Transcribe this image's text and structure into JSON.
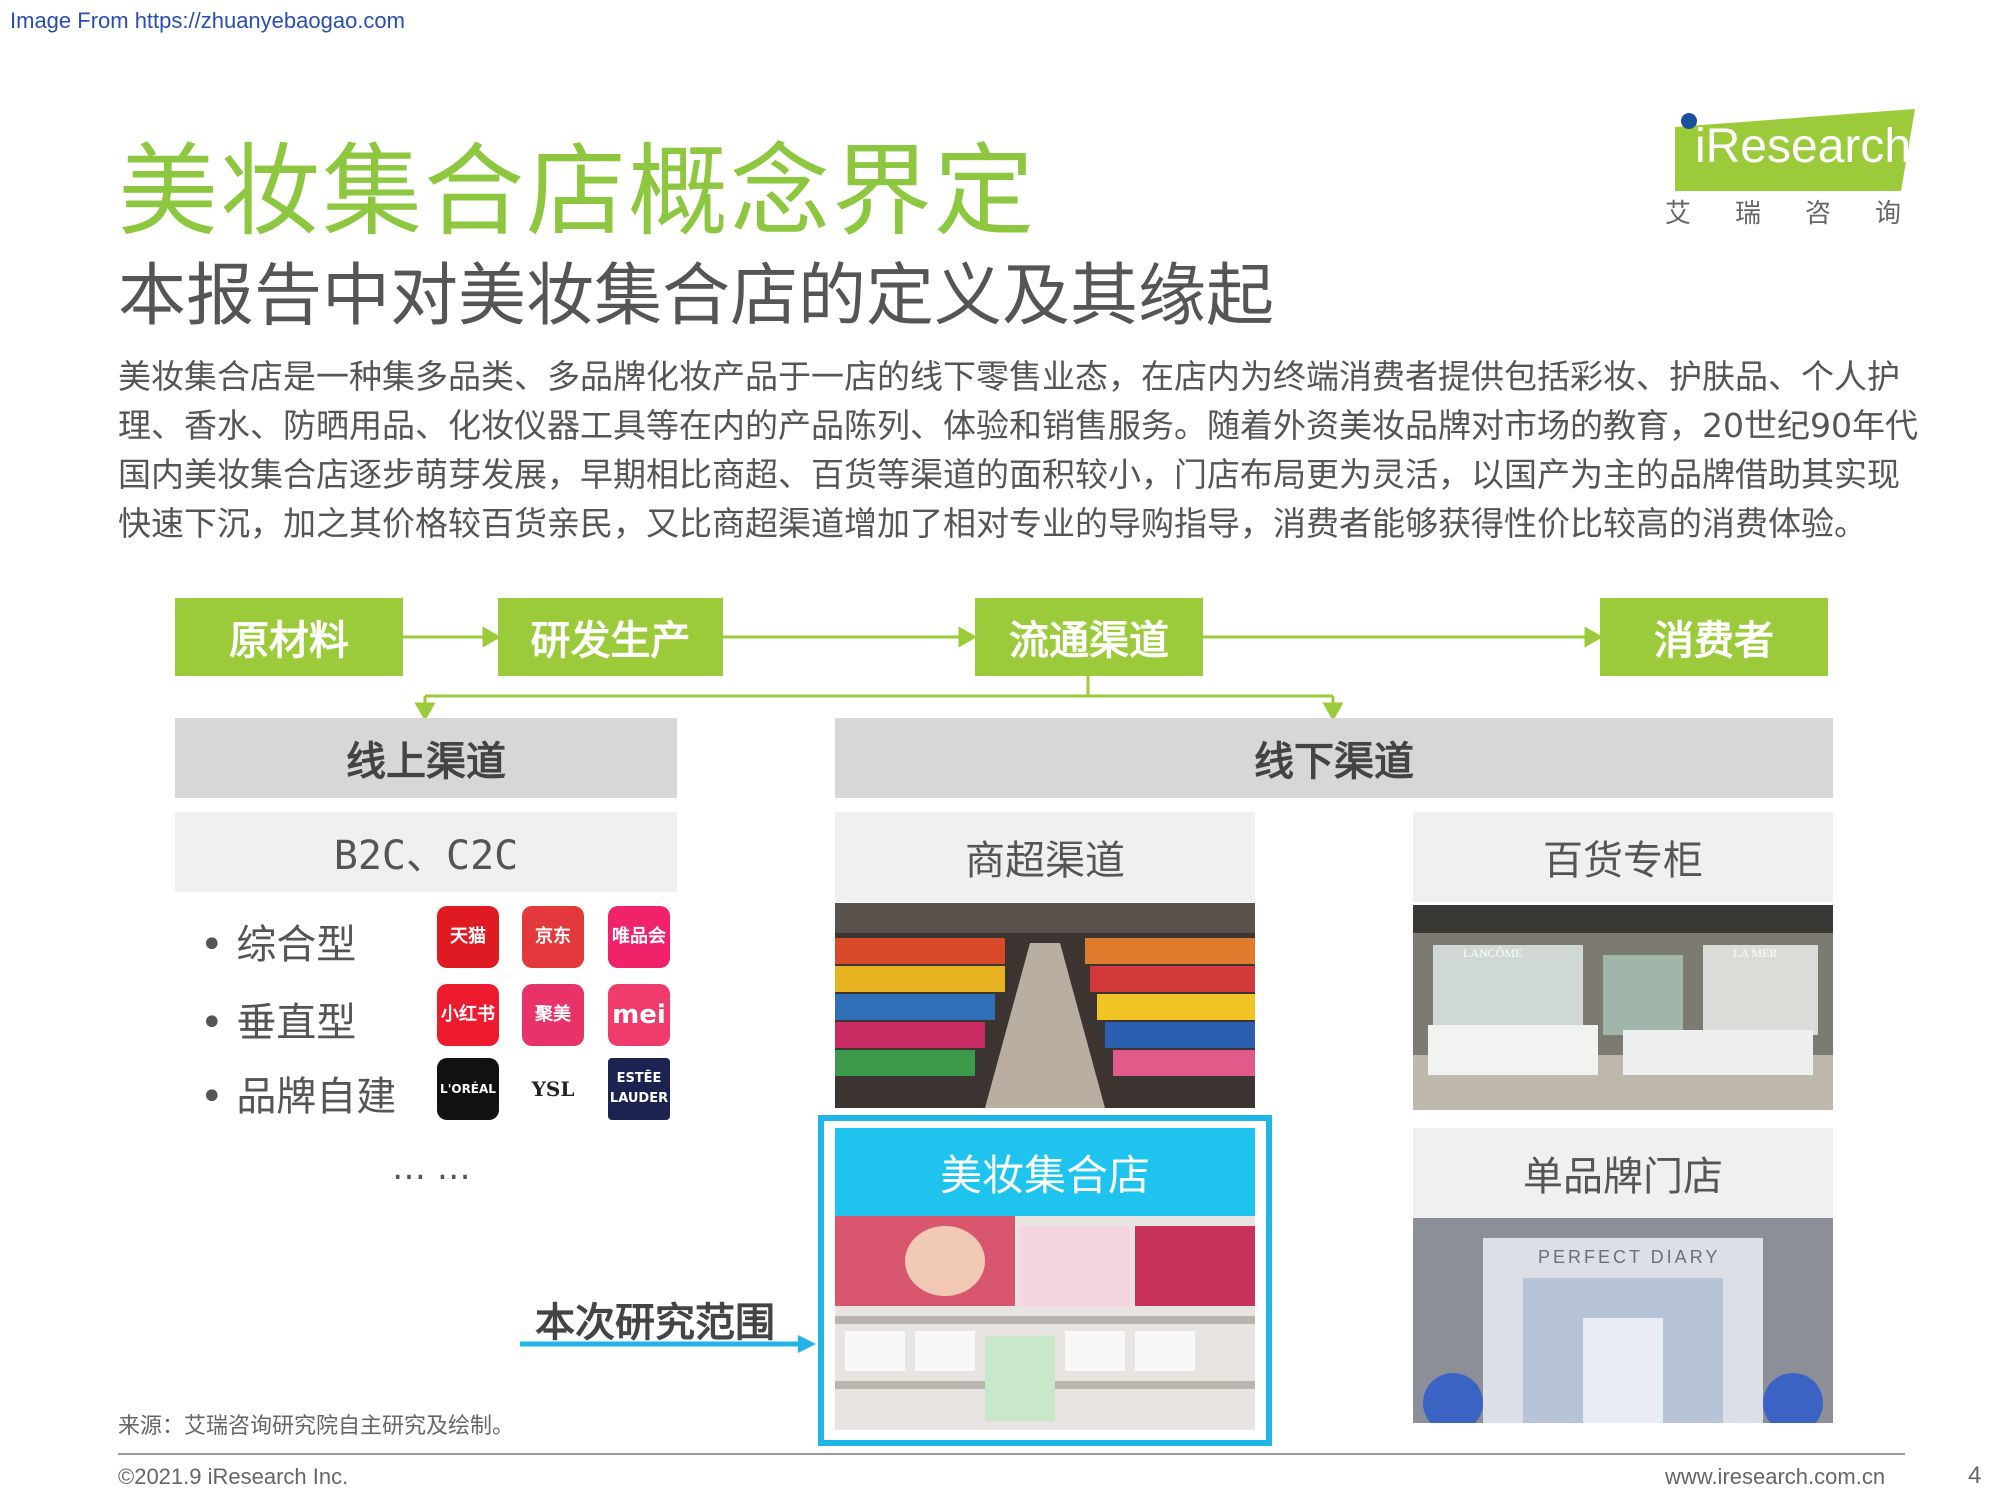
{
  "source_url": "Image From https://zhuanyebaogao.com",
  "title": "美妆集合店概念界定",
  "subtitle": "本报告中对美妆集合店的定义及其缘起",
  "body": "美妆集合店是一种集多品类、多品牌化妆产品于一店的线下零售业态，在店内为终端消费者提供包括彩妆、护肤品、个人护理、香水、防晒用品、化妆仪器工具等在内的产品陈列、体验和销售服务。随着外资美妆品牌对市场的教育，20世纪90年代国内美妆集合店逐步萌芽发展，早期相比商超、百货等渠道的面积较小，门店布局更为灵活，以国产为主的品牌借助其实现快速下沉，加之其价格较百货亲民，又比商超渠道增加了相对专业的导购指导，消费者能够获得性价比较高的消费体验。",
  "logo": {
    "name": "iResearch",
    "sub": "艾瑞咨询"
  },
  "flow": [
    "原材料",
    "研发生产",
    "流通渠道",
    "消费者"
  ],
  "online": {
    "header": "线上渠道",
    "type": "B2C、C2C",
    "bullets": [
      "综合型",
      "垂直型",
      "品牌自建"
    ],
    "apps": [
      [
        "天猫",
        "京东",
        "唯品会"
      ],
      [
        "小红书",
        "聚美",
        "mei"
      ],
      [
        "L'ORÉAL",
        "YSL",
        "ESTĒE LAUDER"
      ]
    ],
    "more": "… …"
  },
  "offline": {
    "header": "线下渠道",
    "supermarket": "商超渠道",
    "department": "百货专柜",
    "collection": "美妆集合店",
    "brand_store": "单品牌门店",
    "lancome_sign": "LANCÔME",
    "lamer_sign": "LA MER",
    "perfect_diary_sign": "PERFECT DIARY"
  },
  "scope_label": "本次研究范围",
  "source_note": "来源：艾瑞咨询研究院自主研究及绘制。",
  "footer": {
    "copyright": "©2021.9 iResearch Inc.",
    "website": "www.iresearch.com.cn",
    "page": "4"
  },
  "colors": {
    "green": "#9bcb3b",
    "cyan": "#1fc4ee",
    "gray": "#d7d7d7"
  }
}
